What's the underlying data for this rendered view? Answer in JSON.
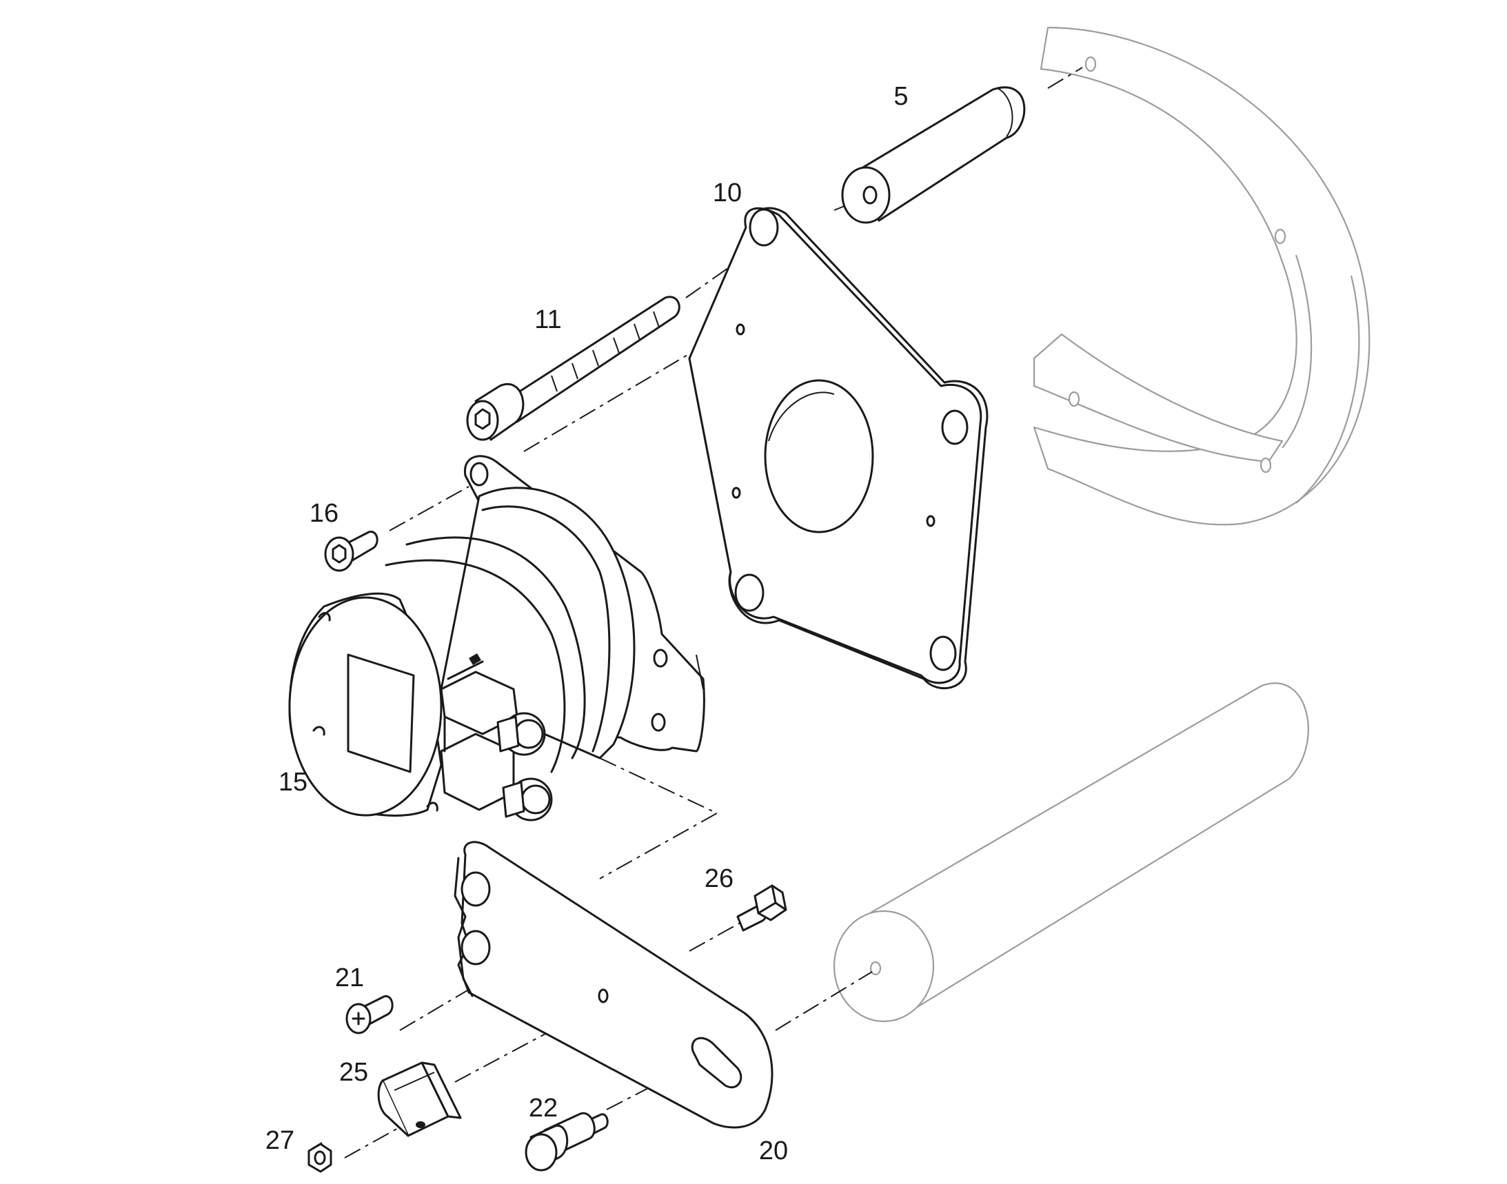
{
  "diagram": {
    "type": "exploded-assembly",
    "callouts": [
      {
        "id": "part-5",
        "label": "5"
      },
      {
        "id": "part-10",
        "label": "10"
      },
      {
        "id": "part-11",
        "label": "11"
      },
      {
        "id": "part-15",
        "label": "15"
      },
      {
        "id": "part-16",
        "label": "16"
      },
      {
        "id": "part-20",
        "label": "20"
      },
      {
        "id": "part-21",
        "label": "21"
      },
      {
        "id": "part-22",
        "label": "22"
      },
      {
        "id": "part-25",
        "label": "25"
      },
      {
        "id": "part-26",
        "label": "26"
      },
      {
        "id": "part-27",
        "label": "27"
      }
    ]
  }
}
